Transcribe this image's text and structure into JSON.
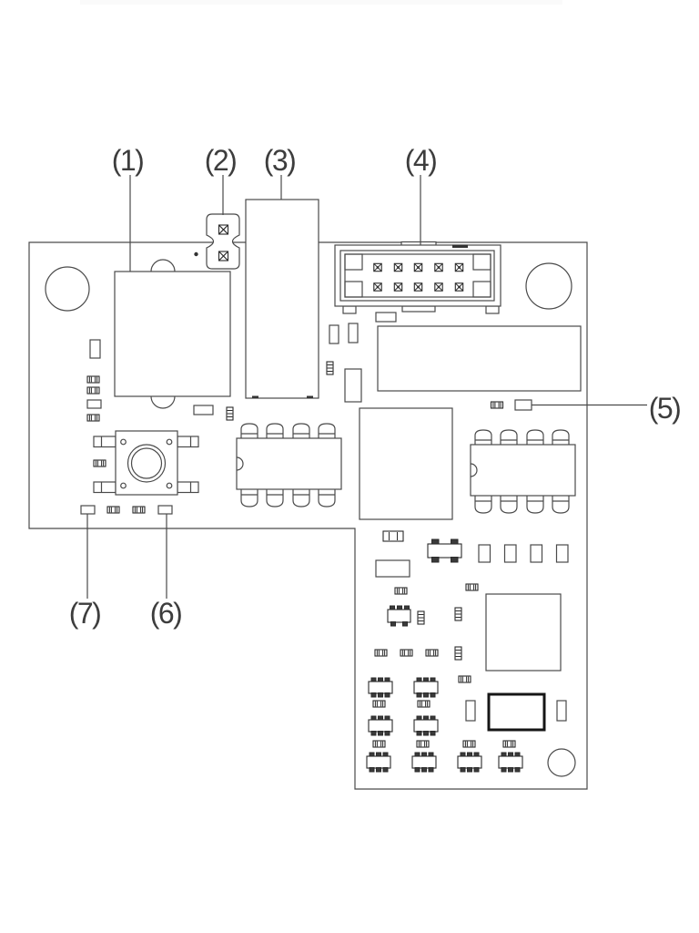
{
  "figure": {
    "type": "pcb-callout-diagram",
    "background_color": "#ffffff",
    "line_color": "#4a4a4a",
    "text_color": "#3d3d3d"
  },
  "callouts": [
    {
      "label": "(1)"
    },
    {
      "label": "(2)"
    },
    {
      "label": "(3)"
    },
    {
      "label": "(4)"
    },
    {
      "label": "(5)"
    },
    {
      "label": "(6)"
    },
    {
      "label": "(7)"
    }
  ]
}
